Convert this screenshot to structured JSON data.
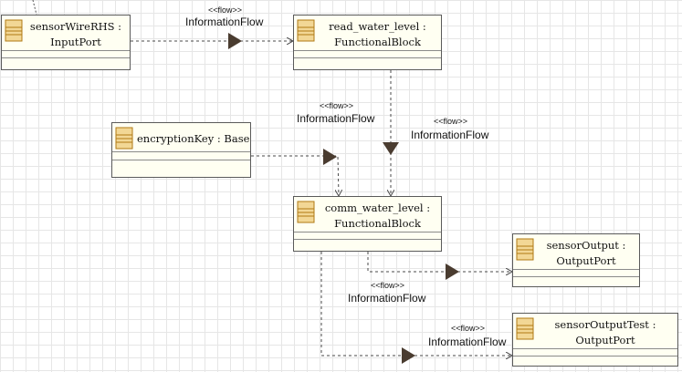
{
  "diagram": {
    "blocks": {
      "sensorWireRHS": {
        "line1": "sensorWireRHS :",
        "line2": "InputPort"
      },
      "read_water_level": {
        "line1": "read_water_level :",
        "line2": "FunctionalBlock"
      },
      "encryptionKey": {
        "line1": "encryptionKey : Base"
      },
      "comm_water_level": {
        "line1": "comm_water_level :",
        "line2": "FunctionalBlock"
      },
      "sensorOutput": {
        "line1": "sensorOutput :",
        "line2": "OutputPort"
      },
      "sensorOutputTest": {
        "line1": "sensorOutputTest :",
        "line2": "OutputPort"
      }
    },
    "flows": {
      "f1": {
        "stereotype": "<<flow>>",
        "name": "InformationFlow"
      },
      "f2": {
        "stereotype": "<<flow>>",
        "name": "InformationFlow"
      },
      "f3": {
        "stereotype": "<<flow>>",
        "name": "InformationFlow"
      },
      "f4": {
        "stereotype": "<<flow>>",
        "name": "InformationFlow"
      },
      "f5": {
        "stereotype": "<<flow>>",
        "name": "InformationFlow"
      }
    },
    "colors": {
      "block_fill": "#fffff2",
      "block_border": "#5a5a5a",
      "icon_fill": "#f2d795",
      "icon_stroke": "#b07a14",
      "arrow_fill": "#4a3c30",
      "line_color": "#4a4a4a",
      "grid": "#e6e6e6"
    }
  }
}
